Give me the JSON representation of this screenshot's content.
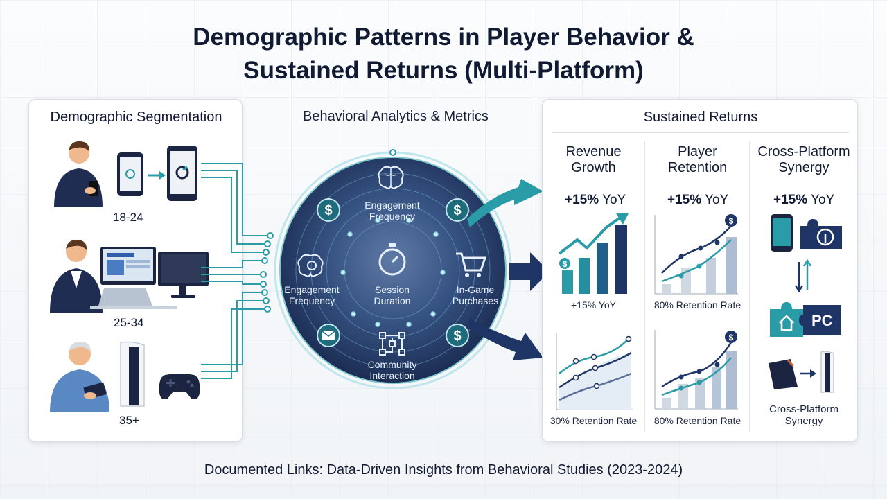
{
  "title": {
    "line1": "Demographic Patterns in Player Behavior &",
    "line2": "Sustained Returns (Multi-Platform)"
  },
  "segmentation": {
    "heading": "Demographic Segmentation",
    "groups": [
      {
        "age": "18-24",
        "devices": [
          "smartphone",
          "tablet"
        ]
      },
      {
        "age": "25-34",
        "devices": [
          "desktop-monitor",
          "laptop"
        ]
      },
      {
        "age": "35+",
        "devices": [
          "game-console",
          "gamepad"
        ]
      }
    ]
  },
  "analytics": {
    "heading": "Behavioral Analytics & Metrics",
    "nodes": [
      {
        "label_1": "Engagement",
        "label_2": "Frequency",
        "icon": "brain-icon"
      },
      {
        "label_1": "Engagement",
        "label_2": "Frequency",
        "icon": "brain-gear-icon"
      },
      {
        "label_1": "Session",
        "label_2": "Duration",
        "icon": "stopwatch-icon"
      },
      {
        "label_1": "In-Game",
        "label_2": "Purchases",
        "icon": "cart-icon"
      },
      {
        "label_1": "Community",
        "label_2": "Interaction",
        "icon": "network-icon"
      }
    ]
  },
  "returns": {
    "heading": "Sustained Returns",
    "columns": [
      {
        "title_1": "Revenue",
        "title_2": "Growth",
        "metric_value": "+15%",
        "metric_unit": "YoY",
        "caption_top": "+15% YoY",
        "caption_bottom": "30% Retention Rate"
      },
      {
        "title_1": "Player",
        "title_2": "Retention",
        "metric_value": "+15%",
        "metric_unit": "YoY",
        "caption_top": "80% Retention Rate",
        "caption_bottom": "80% Retention Rate"
      },
      {
        "title_1": "Cross-Platform",
        "title_2": "Synergy",
        "metric_value": "+15%",
        "metric_unit": "YoY",
        "caption_bottom_1": "Cross-Platform",
        "caption_bottom_2": "Synergy",
        "pc_label": "PC"
      }
    ]
  },
  "footer": "Documented Links: Data-Driven Insights from Behavioral Studies (2023-2024)",
  "colors": {
    "navy": "#1f3566",
    "teal": "#2a9ca8",
    "dark": "#111a33",
    "light_teal": "#7cc8cf"
  }
}
